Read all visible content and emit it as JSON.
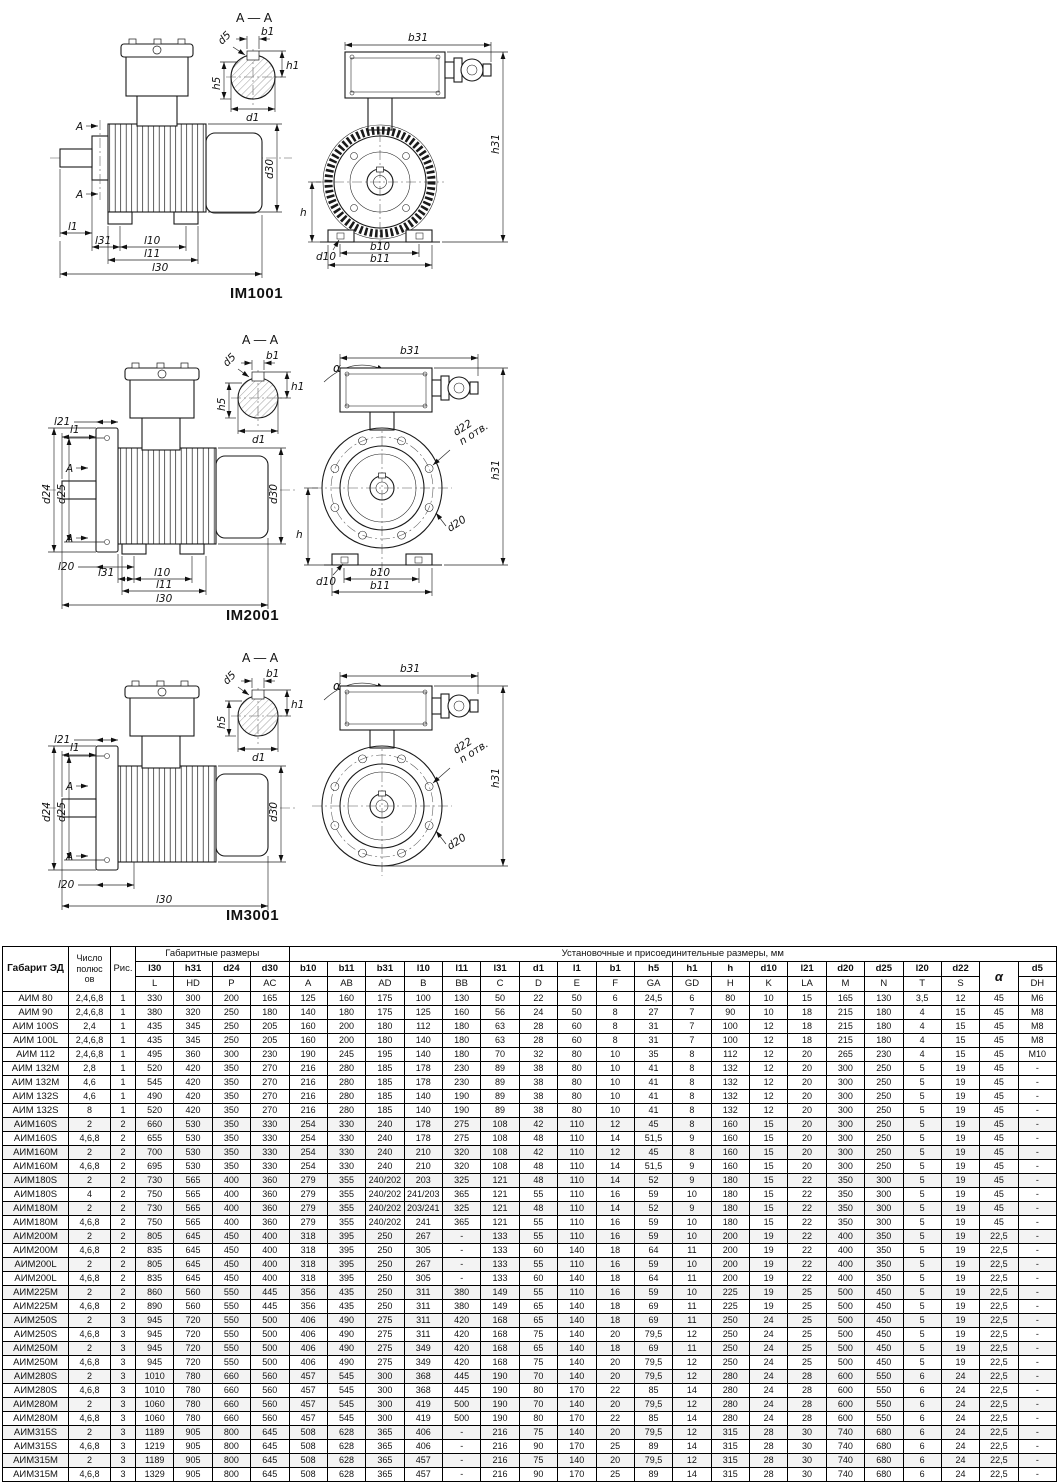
{
  "captions": {
    "im1001": "IM1001",
    "im2001": "IM2001",
    "im3001": "IM3001"
  },
  "dim_labels": {
    "section": "А — А",
    "b1": "b1",
    "h1": "h1",
    "d5": "d5",
    "h5": "h5",
    "d1": "d1",
    "alpha": "α",
    "A": "А",
    "l1": "l1",
    "l31": "l31",
    "l10": "l10",
    "l11": "l11",
    "l30": "l30",
    "l21": "l21",
    "l20": "l20",
    "d30": "d30",
    "d24": "d24",
    "d25": "d25",
    "b31": "b31",
    "h31": "h31",
    "h": "h",
    "d10": "d10",
    "b10": "b10",
    "b11": "b11",
    "d20": "d20",
    "d22": "d22",
    "n_holes": "n отв."
  },
  "table": {
    "h_gabarit": "Габарит ЭД",
    "h_poles": "Число\nполюс\nов",
    "h_fig": "Рис.",
    "g_overall": "Габаритные размеры",
    "g_mounting": "Установочные и присоединительные размеры, мм",
    "sub_dims": [
      "l30",
      "h31",
      "d24",
      "d30",
      "b10",
      "b11",
      "b31",
      "l10",
      "l11",
      "l31",
      "d1",
      "l1",
      "b1",
      "h5",
      "h1",
      "h",
      "d10",
      "l21",
      "d20",
      "d25",
      "l20",
      "d22"
    ],
    "sub_letters": [
      "L",
      "HD",
      "P",
      "AC",
      "A",
      "AB",
      "AD",
      "B",
      "BB",
      "C",
      "D",
      "E",
      "F",
      "GA",
      "GD",
      "H",
      "K",
      "LA",
      "M",
      "N",
      "T",
      "S"
    ],
    "alpha_header": "α",
    "d5_header": "d5",
    "dh_header": "DH",
    "rows": [
      [
        "АИМ 80",
        "2,4,6,8",
        "1",
        "330",
        "300",
        "200",
        "165",
        "125",
        "160",
        "175",
        "100",
        "130",
        "50",
        "22",
        "50",
        "6",
        "24,5",
        "6",
        "80",
        "10",
        "15",
        "165",
        "130",
        "3,5",
        "12",
        "45",
        "М6"
      ],
      [
        "АИМ 90",
        "2,4,6,8",
        "1",
        "380",
        "320",
        "250",
        "180",
        "140",
        "180",
        "175",
        "125",
        "160",
        "56",
        "24",
        "50",
        "8",
        "27",
        "7",
        "90",
        "10",
        "18",
        "215",
        "180",
        "4",
        "15",
        "45",
        "М8"
      ],
      [
        "АИМ 100S",
        "2,4",
        "1",
        "435",
        "345",
        "250",
        "205",
        "160",
        "200",
        "180",
        "112",
        "180",
        "63",
        "28",
        "60",
        "8",
        "31",
        "7",
        "100",
        "12",
        "18",
        "215",
        "180",
        "4",
        "15",
        "45",
        "М8"
      ],
      [
        "АИМ 100L",
        "2,4,6,8",
        "1",
        "435",
        "345",
        "250",
        "205",
        "160",
        "200",
        "180",
        "140",
        "180",
        "63",
        "28",
        "60",
        "8",
        "31",
        "7",
        "100",
        "12",
        "18",
        "215",
        "180",
        "4",
        "15",
        "45",
        "М8"
      ],
      [
        "АИМ 112",
        "2,4,6,8",
        "1",
        "495",
        "360",
        "300",
        "230",
        "190",
        "245",
        "195",
        "140",
        "180",
        "70",
        "32",
        "80",
        "10",
        "35",
        "8",
        "112",
        "12",
        "20",
        "265",
        "230",
        "4",
        "15",
        "45",
        "М10"
      ],
      [
        "АИМ 132М",
        "2,8",
        "1",
        "520",
        "420",
        "350",
        "270",
        "216",
        "280",
        "185",
        "178",
        "230",
        "89",
        "38",
        "80",
        "10",
        "41",
        "8",
        "132",
        "12",
        "20",
        "300",
        "250",
        "5",
        "19",
        "45",
        "-"
      ],
      [
        "АИМ 132М",
        "4,6",
        "1",
        "545",
        "420",
        "350",
        "270",
        "216",
        "280",
        "185",
        "178",
        "230",
        "89",
        "38",
        "80",
        "10",
        "41",
        "8",
        "132",
        "12",
        "20",
        "300",
        "250",
        "5",
        "19",
        "45",
        "-"
      ],
      [
        "АИМ 132S",
        "4,6",
        "1",
        "490",
        "420",
        "350",
        "270",
        "216",
        "280",
        "185",
        "140",
        "190",
        "89",
        "38",
        "80",
        "10",
        "41",
        "8",
        "132",
        "12",
        "20",
        "300",
        "250",
        "5",
        "19",
        "45",
        "-"
      ],
      [
        "АИМ 132S",
        "8",
        "1",
        "520",
        "420",
        "350",
        "270",
        "216",
        "280",
        "185",
        "140",
        "190",
        "89",
        "38",
        "80",
        "10",
        "41",
        "8",
        "132",
        "12",
        "20",
        "300",
        "250",
        "5",
        "19",
        "45",
        "-"
      ],
      [
        "АИМ160S",
        "2",
        "2",
        "660",
        "530",
        "350",
        "330",
        "254",
        "330",
        "240",
        "178",
        "275",
        "108",
        "42",
        "110",
        "12",
        "45",
        "8",
        "160",
        "15",
        "20",
        "300",
        "250",
        "5",
        "19",
        "45",
        "-"
      ],
      [
        "АИМ160S",
        "4,6,8",
        "2",
        "655",
        "530",
        "350",
        "330",
        "254",
        "330",
        "240",
        "178",
        "275",
        "108",
        "48",
        "110",
        "14",
        "51,5",
        "9",
        "160",
        "15",
        "20",
        "300",
        "250",
        "5",
        "19",
        "45",
        "-"
      ],
      [
        "АИМ160М",
        "2",
        "2",
        "700",
        "530",
        "350",
        "330",
        "254",
        "330",
        "240",
        "210",
        "320",
        "108",
        "42",
        "110",
        "12",
        "45",
        "8",
        "160",
        "15",
        "20",
        "300",
        "250",
        "5",
        "19",
        "45",
        "-"
      ],
      [
        "АИМ160М",
        "4,6,8",
        "2",
        "695",
        "530",
        "350",
        "330",
        "254",
        "330",
        "240",
        "210",
        "320",
        "108",
        "48",
        "110",
        "14",
        "51,5",
        "9",
        "160",
        "15",
        "20",
        "300",
        "250",
        "5",
        "19",
        "45",
        "-"
      ],
      [
        "АИМ180S",
        "2",
        "2",
        "730",
        "565",
        "400",
        "360",
        "279",
        "355",
        "240/202",
        "203",
        "325",
        "121",
        "48",
        "110",
        "14",
        "52",
        "9",
        "180",
        "15",
        "22",
        "350",
        "300",
        "5",
        "19",
        "45",
        "-"
      ],
      [
        "АИМ180S",
        "4",
        "2",
        "750",
        "565",
        "400",
        "360",
        "279",
        "355",
        "240/202",
        "241/203",
        "365",
        "121",
        "55",
        "110",
        "16",
        "59",
        "10",
        "180",
        "15",
        "22",
        "350",
        "300",
        "5",
        "19",
        "45",
        "-"
      ],
      [
        "АИМ180М",
        "2",
        "2",
        "730",
        "565",
        "400",
        "360",
        "279",
        "355",
        "240/202",
        "203/241",
        "325",
        "121",
        "48",
        "110",
        "14",
        "52",
        "9",
        "180",
        "15",
        "22",
        "350",
        "300",
        "5",
        "19",
        "45",
        "-"
      ],
      [
        "АИМ180М",
        "4,6,8",
        "2",
        "750",
        "565",
        "400",
        "360",
        "279",
        "355",
        "240/202",
        "241",
        "365",
        "121",
        "55",
        "110",
        "16",
        "59",
        "10",
        "180",
        "15",
        "22",
        "350",
        "300",
        "5",
        "19",
        "45",
        "-"
      ],
      [
        "АИМ200М",
        "2",
        "2",
        "805",
        "645",
        "450",
        "400",
        "318",
        "395",
        "250",
        "267",
        "-",
        "133",
        "55",
        "110",
        "16",
        "59",
        "10",
        "200",
        "19",
        "22",
        "400",
        "350",
        "5",
        "19",
        "22,5",
        "-"
      ],
      [
        "АИМ200М",
        "4,6,8",
        "2",
        "835",
        "645",
        "450",
        "400",
        "318",
        "395",
        "250",
        "305",
        "-",
        "133",
        "60",
        "140",
        "18",
        "64",
        "11",
        "200",
        "19",
        "22",
        "400",
        "350",
        "5",
        "19",
        "22,5",
        "-"
      ],
      [
        "АИМ200L",
        "2",
        "2",
        "805",
        "645",
        "450",
        "400",
        "318",
        "395",
        "250",
        "267",
        "-",
        "133",
        "55",
        "110",
        "16",
        "59",
        "10",
        "200",
        "19",
        "22",
        "400",
        "350",
        "5",
        "19",
        "22,5",
        "-"
      ],
      [
        "АИМ200L",
        "4,6,8",
        "2",
        "835",
        "645",
        "450",
        "400",
        "318",
        "395",
        "250",
        "305",
        "-",
        "133",
        "60",
        "140",
        "18",
        "64",
        "11",
        "200",
        "19",
        "22",
        "400",
        "350",
        "5",
        "19",
        "22,5",
        "-"
      ],
      [
        "АИМ225М",
        "2",
        "2",
        "860",
        "560",
        "550",
        "445",
        "356",
        "435",
        "250",
        "311",
        "380",
        "149",
        "55",
        "110",
        "16",
        "59",
        "10",
        "225",
        "19",
        "25",
        "500",
        "450",
        "5",
        "19",
        "22,5",
        "-"
      ],
      [
        "АИМ225М",
        "4,6,8",
        "2",
        "890",
        "560",
        "550",
        "445",
        "356",
        "435",
        "250",
        "311",
        "380",
        "149",
        "65",
        "140",
        "18",
        "69",
        "11",
        "225",
        "19",
        "25",
        "500",
        "450",
        "5",
        "19",
        "22,5",
        "-"
      ],
      [
        "АИМ250S",
        "2",
        "3",
        "945",
        "720",
        "550",
        "500",
        "406",
        "490",
        "275",
        "311",
        "420",
        "168",
        "65",
        "140",
        "18",
        "69",
        "11",
        "250",
        "24",
        "25",
        "500",
        "450",
        "5",
        "19",
        "22,5",
        "-"
      ],
      [
        "АИМ250S",
        "4,6,8",
        "3",
        "945",
        "720",
        "550",
        "500",
        "406",
        "490",
        "275",
        "311",
        "420",
        "168",
        "75",
        "140",
        "20",
        "79,5",
        "12",
        "250",
        "24",
        "25",
        "500",
        "450",
        "5",
        "19",
        "22,5",
        "-"
      ],
      [
        "АИМ250М",
        "2",
        "3",
        "945",
        "720",
        "550",
        "500",
        "406",
        "490",
        "275",
        "349",
        "420",
        "168",
        "65",
        "140",
        "18",
        "69",
        "11",
        "250",
        "24",
        "25",
        "500",
        "450",
        "5",
        "19",
        "22,5",
        "-"
      ],
      [
        "АИМ250М",
        "4,6,8",
        "3",
        "945",
        "720",
        "550",
        "500",
        "406",
        "490",
        "275",
        "349",
        "420",
        "168",
        "75",
        "140",
        "20",
        "79,5",
        "12",
        "250",
        "24",
        "25",
        "500",
        "450",
        "5",
        "19",
        "22,5",
        "-"
      ],
      [
        "АИМ280S",
        "2",
        "3",
        "1010",
        "780",
        "660",
        "560",
        "457",
        "545",
        "300",
        "368",
        "445",
        "190",
        "70",
        "140",
        "20",
        "79,5",
        "12",
        "280",
        "24",
        "28",
        "600",
        "550",
        "6",
        "24",
        "22,5",
        "-"
      ],
      [
        "АИМ280S",
        "4,6,8",
        "3",
        "1010",
        "780",
        "660",
        "560",
        "457",
        "545",
        "300",
        "368",
        "445",
        "190",
        "80",
        "170",
        "22",
        "85",
        "14",
        "280",
        "24",
        "28",
        "600",
        "550",
        "6",
        "24",
        "22,5",
        "-"
      ],
      [
        "АИМ280М",
        "2",
        "3",
        "1060",
        "780",
        "660",
        "560",
        "457",
        "545",
        "300",
        "419",
        "500",
        "190",
        "70",
        "140",
        "20",
        "79,5",
        "12",
        "280",
        "24",
        "28",
        "600",
        "550",
        "6",
        "24",
        "22,5",
        "-"
      ],
      [
        "АИМ280М",
        "4,6,8",
        "3",
        "1060",
        "780",
        "660",
        "560",
        "457",
        "545",
        "300",
        "419",
        "500",
        "190",
        "80",
        "170",
        "22",
        "85",
        "14",
        "280",
        "24",
        "28",
        "600",
        "550",
        "6",
        "24",
        "22,5",
        "-"
      ],
      [
        "АИМ315S",
        "2",
        "3",
        "1189",
        "905",
        "800",
        "645",
        "508",
        "628",
        "365",
        "406",
        "-",
        "216",
        "75",
        "140",
        "20",
        "79,5",
        "12",
        "315",
        "28",
        "30",
        "740",
        "680",
        "6",
        "24",
        "22,5",
        "-"
      ],
      [
        "АИМ315S",
        "4,6,8",
        "3",
        "1219",
        "905",
        "800",
        "645",
        "508",
        "628",
        "365",
        "406",
        "-",
        "216",
        "90",
        "170",
        "25",
        "89",
        "14",
        "315",
        "28",
        "30",
        "740",
        "680",
        "6",
        "24",
        "22,5",
        "-"
      ],
      [
        "АИМ315М",
        "2",
        "3",
        "1189",
        "905",
        "800",
        "645",
        "508",
        "628",
        "365",
        "457",
        "-",
        "216",
        "75",
        "140",
        "20",
        "79,5",
        "12",
        "315",
        "28",
        "30",
        "740",
        "680",
        "6",
        "24",
        "22,5",
        "-"
      ],
      [
        "АИМ315М",
        "4,6,8",
        "3",
        "1329",
        "905",
        "800",
        "645",
        "508",
        "628",
        "365",
        "457",
        "-",
        "216",
        "90",
        "170",
        "25",
        "89",
        "14",
        "315",
        "28",
        "30",
        "740",
        "680",
        "6",
        "24",
        "22,5",
        "-"
      ]
    ]
  }
}
